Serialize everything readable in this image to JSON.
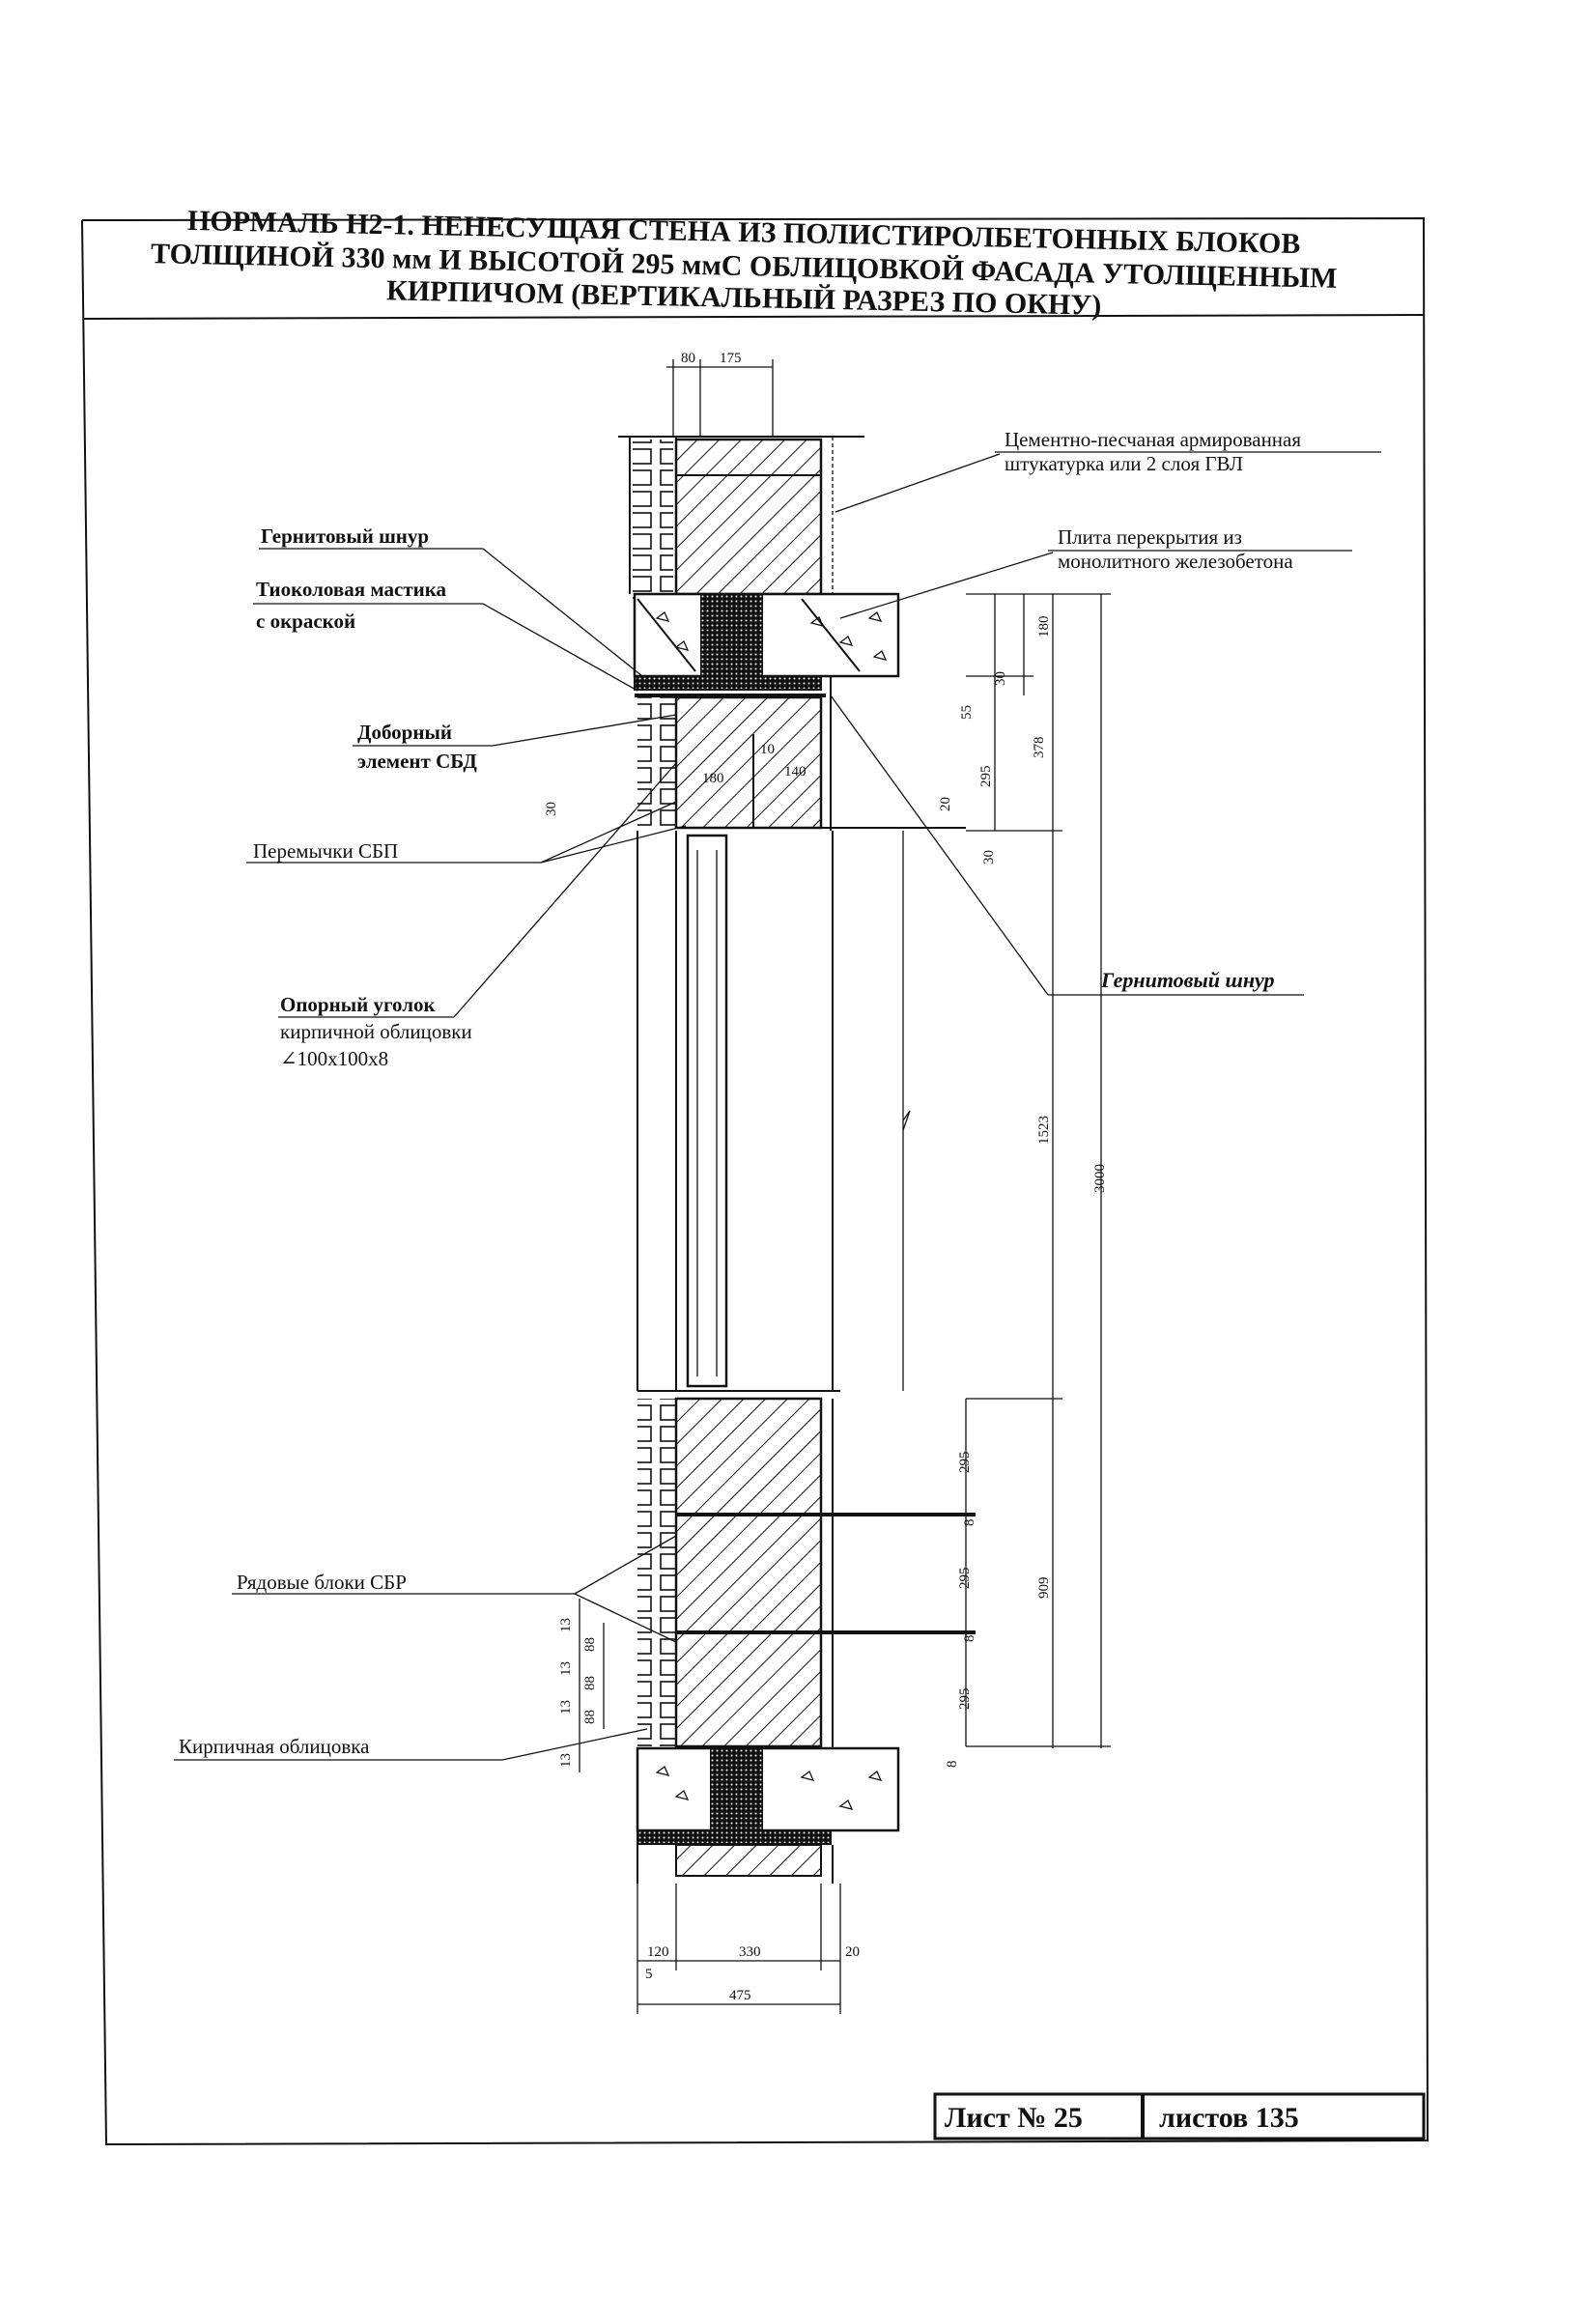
{
  "title": {
    "line1": "НОРМАЛЬ Н2-1. НЕНЕСУЩАЯ СТЕНА ИЗ ПОЛИСТИРОЛБЕТОННЫХ БЛОКОВ",
    "line2": "ТОЛЩИНОЙ 330 мм И ВЫСОТОЙ 295 ммС ОБЛИЦОВКОЙ ФАСАДА УТОЛЩЕННЫМ",
    "line3": "КИРПИЧОМ (ВЕРТИКАЛЬНЫЙ РАЗРЕЗ ПО ОКНУ)"
  },
  "callouts": {
    "plaster_1": "Цементно-песчаная армированная",
    "plaster_2": "штукатурка или 2 слоя ГВЛ",
    "slab_1": "Плита перекрытия из",
    "slab_2": "монолитного железобетона",
    "cord_top": "Гернитовый шнур",
    "mastic_1": "Тиоколовая мастика",
    "mastic_2": "с окраской",
    "extra_1": "Доборный",
    "extra_2": "элемент СБД",
    "lintel": "Перемычки СБП",
    "cord_right": "Гернитовый шнур",
    "angle_1": "Опорный уголок",
    "angle_2": "кирпичной облицовки",
    "angle_3": "∠100x100x8",
    "blocks": "Рядовые блоки СБР",
    "brick": "Кирпичная облицовка"
  },
  "dimensions": {
    "top_80": "80",
    "top_175": "175",
    "d180": "180",
    "d30": "30",
    "d55": "55",
    "d378": "378",
    "d295a": "295",
    "d180b": "180",
    "d10": "10",
    "d140": "140",
    "d30b": "30",
    "d20": "20",
    "d30c": "30",
    "d1523": "1523",
    "d3000": "3000",
    "d295b": "295",
    "d8a": "8",
    "d295c": "295",
    "d909": "909",
    "d8b": "8",
    "d295d": "295",
    "d8c": "8",
    "d13a": "13",
    "d88a": "88",
    "d13b": "13",
    "d88b": "88",
    "d13c": "13",
    "d88c": "88",
    "d13d": "13",
    "bot_120": "120",
    "bot_330": "330",
    "bot_20": "20",
    "bot_5": "5",
    "bot_475": "475"
  },
  "stamp": {
    "sheet": "Лист № 25",
    "total": "листов 135"
  }
}
